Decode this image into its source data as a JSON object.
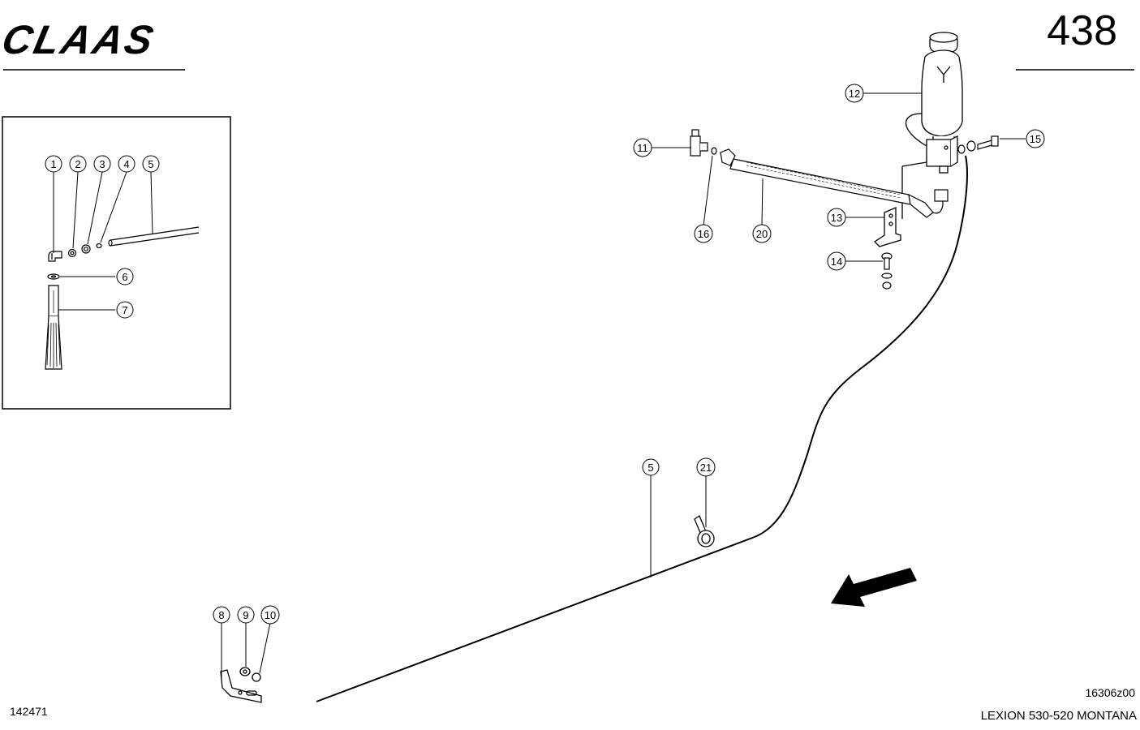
{
  "header": {
    "brand": "CLAAS",
    "page_number": "438"
  },
  "footer": {
    "figure_id": "142471",
    "drawing_number": "16306z00",
    "model": "LEXION 530-520 MONTANA"
  },
  "inset": {
    "callouts": [
      "1",
      "2",
      "3",
      "4",
      "5",
      "6",
      "7"
    ]
  },
  "main": {
    "callouts": [
      "5",
      "8",
      "9",
      "10",
      "11",
      "12",
      "13",
      "14",
      "15",
      "16",
      "20",
      "21"
    ]
  },
  "colors": {
    "ink": "#000000",
    "paper": "#ffffff"
  },
  "icons": {
    "direction": "travel-direction-arrow"
  }
}
